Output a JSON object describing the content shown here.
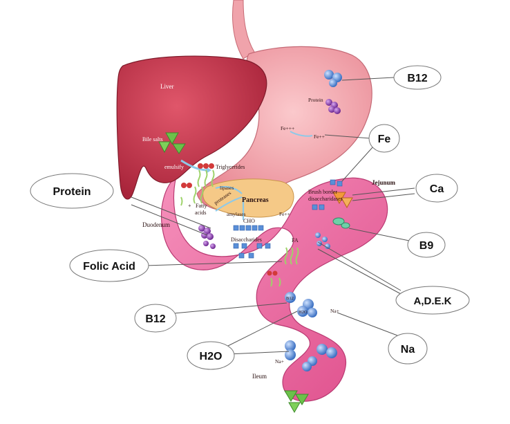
{
  "organs": {
    "liver": "Liver",
    "pancreas": "Pancreas",
    "duodenum": "Duodenum",
    "jejunum": "Jejunum",
    "ileum": "Ileum"
  },
  "anatomy_labels": {
    "bile_salts": "Bile salts",
    "emulsify": "emulsify",
    "triglycerides": "Triglycerides",
    "lipases": "lipases",
    "proteases": "proteases",
    "amylases": "amylases",
    "fatty_plus": "+",
    "fatty_acids": "Fatty",
    "fatty_acids_2": "acids",
    "cho": "CHO",
    "disaccharides": "Disaccharides",
    "brush_border": "Brush border",
    "disaccharidases": "disaccharidases",
    "fe3": "Fe+++",
    "fe2": "Fe++",
    "fe2_lower": "Fe++",
    "protein_small": "Protein",
    "fa": "FA",
    "na_small_1": "Na+",
    "na_small_2": "Na+",
    "b12_mol": "B12",
    "h2o_mol": "H2O"
  },
  "callouts": {
    "b12_top": "B12",
    "fe": "Fe",
    "ca": "Ca",
    "protein": "Protein",
    "b9": "B9",
    "folic_acid": "Folic Acid",
    "adek": "A,D.E.K",
    "b12_bottom": "B12",
    "na": "Na",
    "h2o": "H2O"
  },
  "colors": {
    "liver": "#c8354a",
    "stomach": "#f2a0a8",
    "intestine": "#ee6ea0",
    "pancreas": "#f7cc8a",
    "molecule_blue": "#5a8fd8",
    "molecule_purple": "#8a3fb0",
    "triangle_green": "#6cc14a",
    "triangle_orange": "#f29a3a",
    "callout_stroke": "#555555"
  }
}
